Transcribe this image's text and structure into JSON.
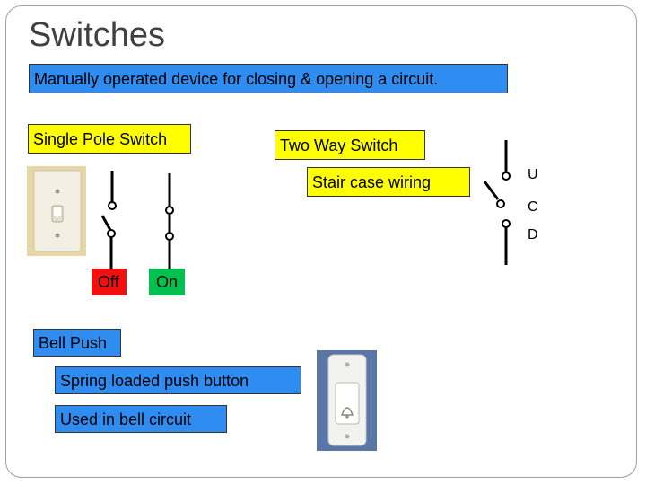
{
  "slide": {
    "title": "Switches",
    "definition": "Manually operated device for closing & opening a circuit.",
    "single_pole": {
      "label": "Single Pole Switch",
      "off_label": "Off",
      "on_label": "On"
    },
    "two_way": {
      "label": "Two Way Switch",
      "subtitle": "Stair case wiring",
      "terminal_u": "U",
      "terminal_c": "C",
      "terminal_d": "D"
    },
    "bell_push": {
      "label": "Bell Push",
      "desc1": "Spring loaded push button",
      "desc2": "Used in bell circuit"
    }
  },
  "colors": {
    "blue_box": "#2f8cf0",
    "yellow_box": "#ffff00",
    "off_box": "#f01010",
    "on_box": "#00c050"
  }
}
